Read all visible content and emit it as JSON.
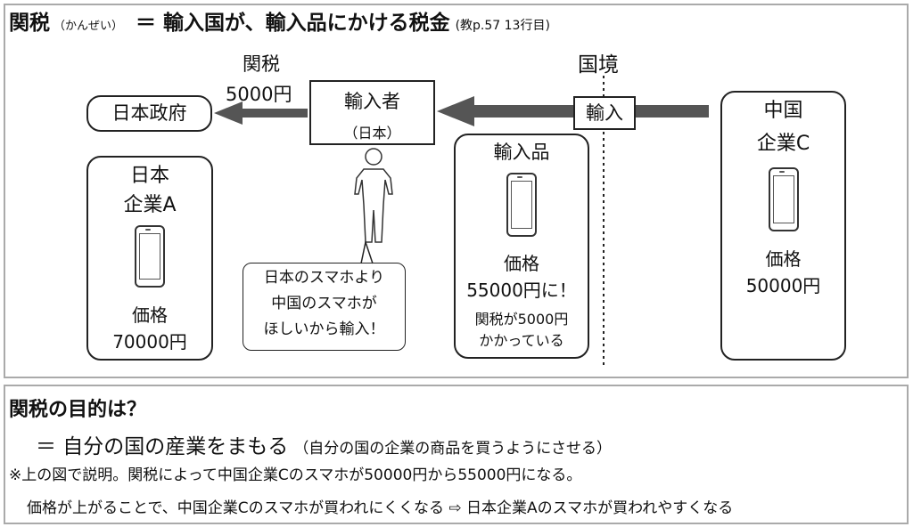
{
  "title": {
    "main": "関税",
    "reading": "（かんぜい）",
    "definition": "＝ 輸入国が、輸入品にかける税金",
    "reference": "(教p.57 13行目)"
  },
  "diagram": {
    "tariff_label": "関税",
    "tariff_amount": "5000円",
    "government": "日本政府",
    "importer": {
      "label": "輸入者",
      "country": "（日本）"
    },
    "border_label": "国境",
    "import_label": "輸入",
    "china": {
      "line1": "中国",
      "line2": "企業C",
      "price_label": "価格",
      "price": "50000円"
    },
    "japan": {
      "line1": "日本",
      "line2": "企業A",
      "price_label": "価格",
      "price": "70000円"
    },
    "imported": {
      "title": "輸入品",
      "price_label": "価格",
      "price": "55000円に！",
      "note1": "関税が5000円",
      "note2": "かかっている"
    },
    "speech": [
      "日本のスマホより",
      "中国のスマホが",
      "ほしいから輸入！"
    ]
  },
  "purpose": {
    "heading": "関税の目的は？",
    "answer": "＝ 自分の国の産業をまもる",
    "answer_note": "（自分の国の企業の商品を買うようにさせる）",
    "line1": "※上の図で説明。関税によって中国企業Cのスマホが50000円から55000円になる。",
    "line2": "価格が上がることで、中国企業Cのスマホが買われにくくなる ⇨ 日本企業Aのスマホが買われやすくなる"
  },
  "colors": {
    "arrow": "#555555",
    "border": "#aaaaaa"
  }
}
